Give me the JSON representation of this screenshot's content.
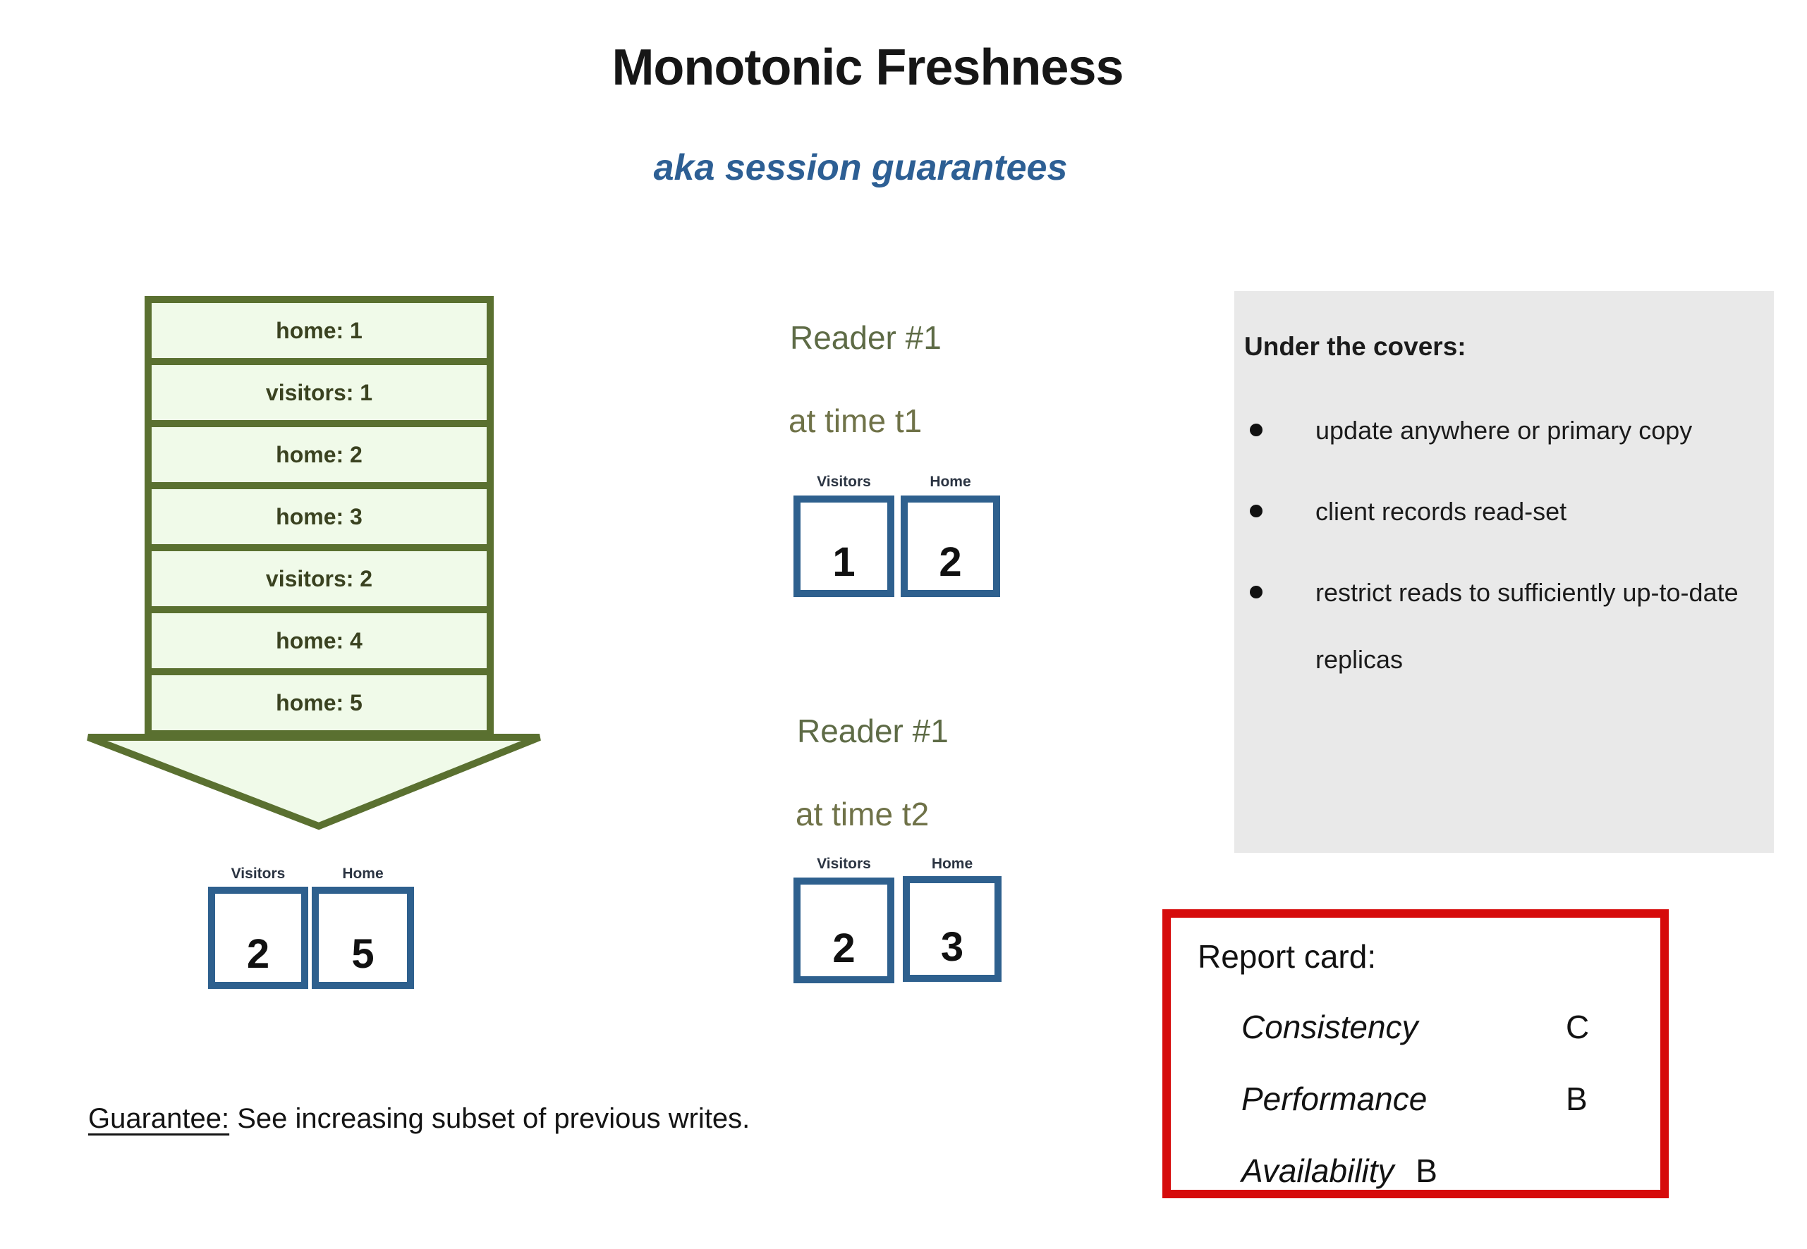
{
  "title": "Monotonic Freshness",
  "subtitle": "aka session guarantees",
  "write_log": {
    "rows": [
      "home: 1",
      "visitors: 1",
      "home: 2",
      "home: 3",
      "visitors: 2",
      "home: 4",
      "home: 5"
    ]
  },
  "replica_state": {
    "labels": [
      "Visitors",
      "Home"
    ],
    "values": [
      "2",
      "5"
    ]
  },
  "readers": [
    {
      "title": "Reader #1",
      "time": "at time t1",
      "labels": [
        "Visitors",
        "Home"
      ],
      "values": [
        "1",
        "2"
      ]
    },
    {
      "title": "Reader #1",
      "time": "at time t2",
      "labels": [
        "Visitors",
        "Home"
      ],
      "values": [
        "2",
        "3"
      ]
    }
  ],
  "under_covers": {
    "heading": "Under the covers:",
    "bullets": [
      "update anywhere or primary copy",
      "client records read-set",
      "restrict reads to sufficiently up-to-date replicas"
    ]
  },
  "report_card": {
    "heading": "Report card:",
    "rows": [
      {
        "label": "Consistency",
        "grade": "C"
      },
      {
        "label": "Performance",
        "grade": "B"
      },
      {
        "label": "Availability",
        "grade": "B"
      }
    ]
  },
  "guarantee": {
    "label": "Guarantee:",
    "text": " See increasing subset of previous writes."
  },
  "colors": {
    "stack_border": "#5a7030",
    "stack_fill": "#f0fae9",
    "register_border": "#2e608e",
    "subtitle_blue": "#2d5f94",
    "reader_olive": "#5e6b46",
    "panel_bg": "#e9e9e9",
    "report_border": "#d60b0b"
  }
}
